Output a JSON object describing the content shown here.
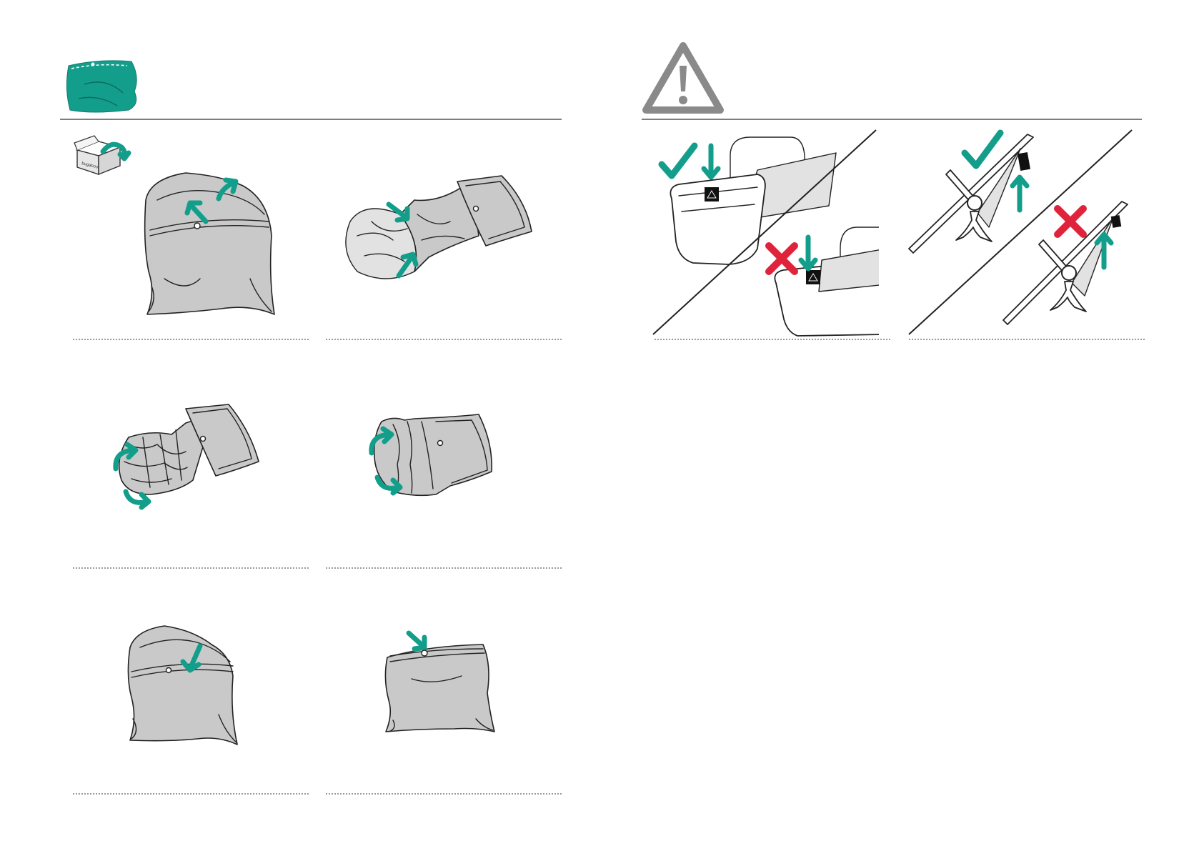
{
  "colors": {
    "accent": "#139e8b",
    "cross": "#e0223a",
    "fabric": "#c9c9c9",
    "rule": "#7d7d7d",
    "warning_icon": "#8a8a8a"
  },
  "icons": {
    "left_header": "sun-canopy-icon",
    "unpack": "unpack-box-icon",
    "right_header": "warning-triangle-icon"
  },
  "box_label": "bugaboo",
  "steps": [
    {
      "id": 1,
      "actions": [
        "arrow-up",
        "arrow-up"
      ]
    },
    {
      "id": 2,
      "actions": [
        "arrow-in",
        "arrow-in"
      ]
    },
    {
      "id": 3,
      "actions": [
        "curved-arrow",
        "curved-arrow"
      ]
    },
    {
      "id": 4,
      "actions": [
        "curved-arrow",
        "curved-arrow"
      ]
    },
    {
      "id": 5,
      "actions": [
        "arrow-down"
      ]
    },
    {
      "id": 6,
      "actions": [
        "arrow-press"
      ]
    }
  ],
  "warnings": [
    {
      "id": "bassinet",
      "correct": "check-mark-icon",
      "incorrect": "cross-mark-icon"
    },
    {
      "id": "frame",
      "correct": "check-mark-icon",
      "incorrect": "cross-mark-icon"
    }
  ]
}
